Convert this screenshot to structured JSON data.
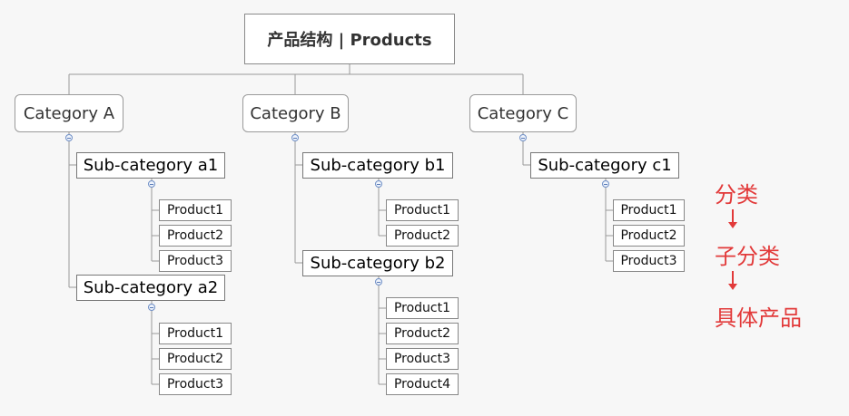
{
  "root": {
    "label": "产品结构 | Products"
  },
  "categories": [
    {
      "label": "Category A",
      "subcategories": [
        {
          "label": "Sub-category a1",
          "products": [
            "Product1",
            "Product2",
            "Product3"
          ]
        },
        {
          "label": "Sub-category a2",
          "products": [
            "Product1",
            "Product2",
            "Product3"
          ]
        }
      ]
    },
    {
      "label": "Category B",
      "subcategories": [
        {
          "label": "Sub-category b1",
          "products": [
            "Product1",
            "Product2"
          ]
        },
        {
          "label": "Sub-category b2",
          "products": [
            "Product1",
            "Product2",
            "Product3",
            "Product4"
          ]
        }
      ]
    },
    {
      "label": "Category C",
      "subcategories": [
        {
          "label": "Sub-category c1",
          "products": [
            "Product1",
            "Product2",
            "Product3"
          ]
        }
      ]
    }
  ],
  "legend": {
    "levels": [
      "分类",
      "子分类",
      "具体产品"
    ],
    "color": "#e23a3a"
  },
  "colors": {
    "connector": "#9a9a9a",
    "background": "#f7f7f7"
  },
  "icons": {
    "collapse": "collapse-minus-icon",
    "legend_arrow": "down-arrow-icon"
  }
}
